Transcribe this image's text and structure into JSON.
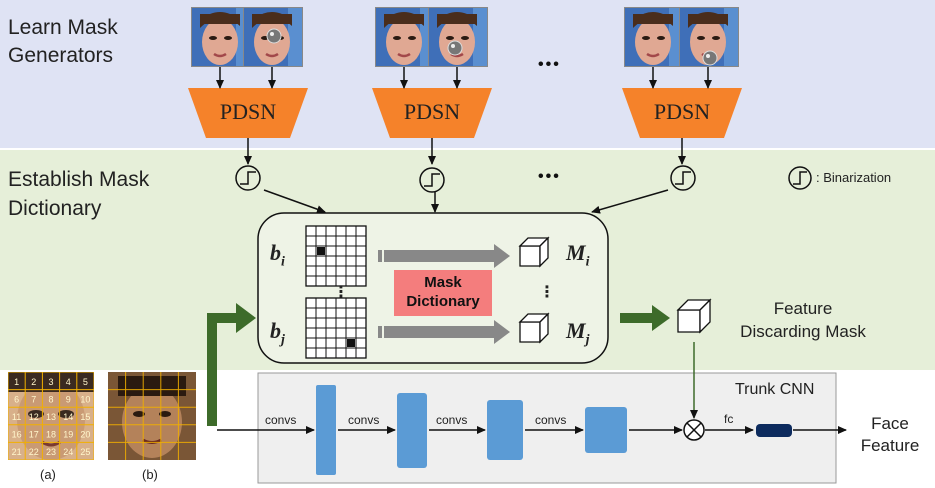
{
  "sections": {
    "learn": "Learn Mask\nGenerators",
    "establish": "Establish Mask\nDictionary"
  },
  "pdsn_label": "PDSN",
  "ellipsis": "•••",
  "legend": {
    "text": ": Binarization"
  },
  "dictionary": {
    "bi": "b",
    "bi_sub": "i",
    "bj": "b",
    "bj_sub": "j",
    "mi": "M",
    "mi_sub": "i",
    "mj": "M",
    "mj_sub": "j",
    "vdots": "⋮",
    "box_label": "Mask\nDictionary"
  },
  "feature_mask": "Feature\nDiscarding Mask",
  "trunk": {
    "title": "Trunk CNN",
    "convs": [
      "convs",
      "convs",
      "convs",
      "convs"
    ],
    "fc": "fc",
    "output": "Face\nFeature"
  },
  "grid_numbers": [
    "1",
    "2",
    "3",
    "4",
    "5",
    "6",
    "7",
    "8",
    "9",
    "10",
    "11",
    "12",
    "13",
    "14",
    "15",
    "16",
    "17",
    "18",
    "19",
    "20",
    "21",
    "22",
    "23",
    "24",
    "25"
  ],
  "captions": {
    "a": "(a)",
    "b": "(b)"
  },
  "colors": {
    "pdsn": "#f5822a",
    "dictionary_box": "#f47d7d",
    "trunk_block": "#5b9bd5",
    "green_arrow": "#3d6b2a",
    "fc_block": "#0d2b5e",
    "grid_line": "#f2b000"
  }
}
